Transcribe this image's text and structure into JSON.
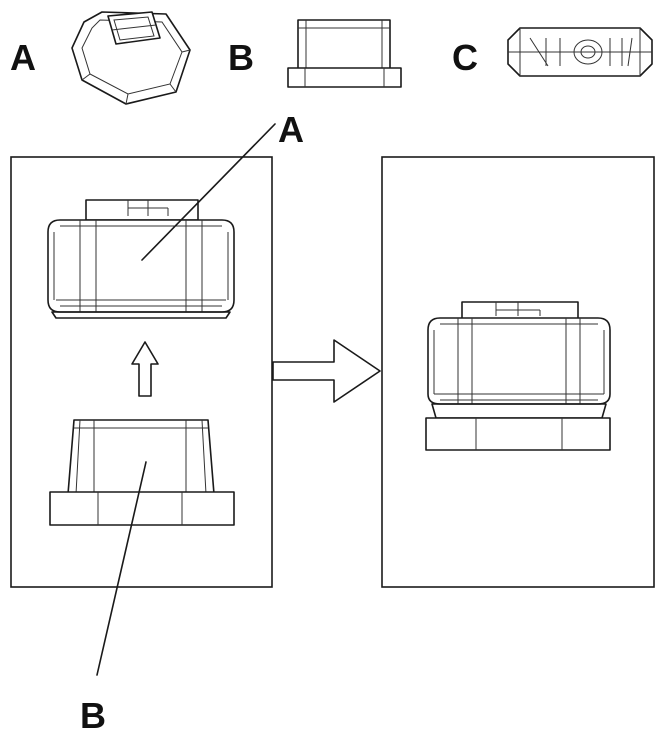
{
  "legend": {
    "a_label": "A",
    "b_label": "B",
    "c_label": "C"
  },
  "callouts": {
    "a_label": "A",
    "b_label": "B"
  },
  "colors": {
    "line": "#1a1a1a",
    "background": "#ffffff"
  }
}
